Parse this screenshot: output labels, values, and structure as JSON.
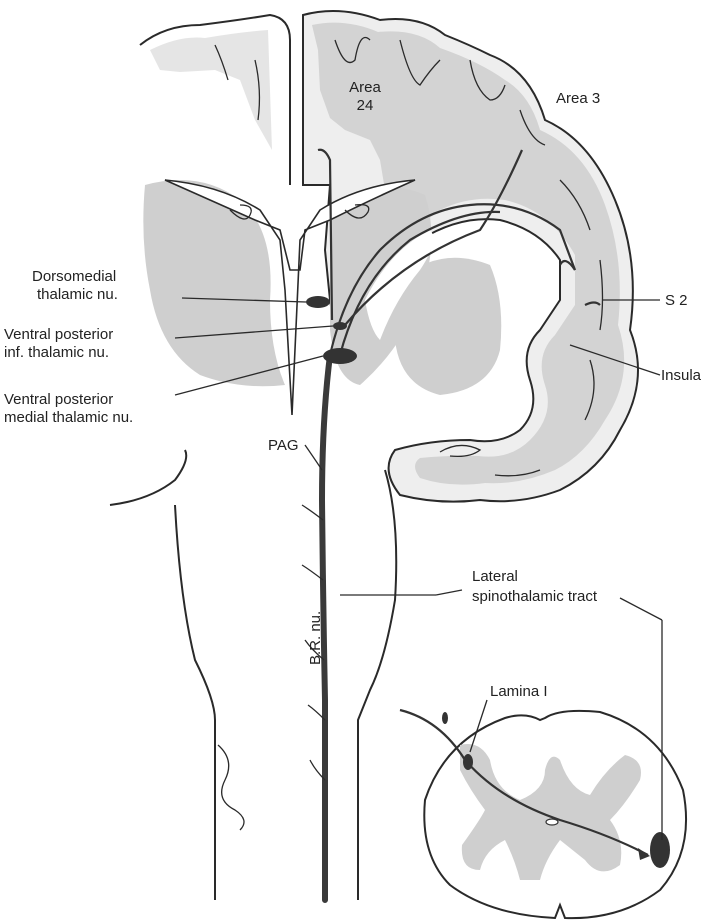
{
  "colors": {
    "gray_matter": "#cfcfcf",
    "outline": "#2a2a2a",
    "tract": "#3a3a3a"
  },
  "labels": {
    "area24": [
      "Area",
      "24"
    ],
    "area3": "Area 3",
    "dorsomedial": [
      "Dorsomedial",
      "thalamic nu."
    ],
    "vpi": [
      "Ventral posterior",
      "inf. thalamic nu."
    ],
    "vpm": [
      "Ventral posterior",
      "medial thalamic nu."
    ],
    "s2": "S 2",
    "insula": "Insula",
    "pag": "PAG",
    "br": "B.R. nu.",
    "lateral_tract": [
      "Lateral",
      "spinothalamic tract"
    ],
    "lamina": "Lamina I"
  }
}
